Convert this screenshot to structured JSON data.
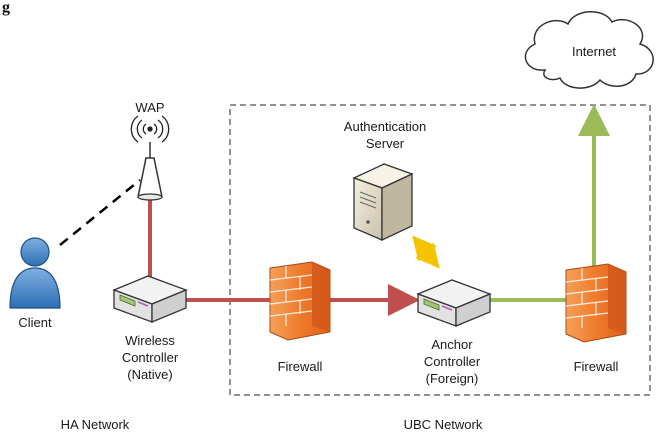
{
  "diagram": {
    "header_fragment": "g",
    "nodes": {
      "internet": "Internet",
      "wap": "WAP",
      "auth_server": [
        "Authentication",
        "Server"
      ],
      "client": "Client",
      "wireless_controller": [
        "Wireless",
        "Controller",
        "(Native)"
      ],
      "firewall_left": "Firewall",
      "anchor_controller": [
        "Anchor",
        "Controller",
        "(Foreign)"
      ],
      "firewall_right": "Firewall"
    },
    "regions": {
      "ha_network": "HA Network",
      "ubc_network": "UBC Network"
    },
    "link_colors": {
      "native_path": "#c0504d",
      "internet_path": "#9bbb59",
      "auth_path": "#f5c400",
      "wireless": "#000000"
    }
  }
}
